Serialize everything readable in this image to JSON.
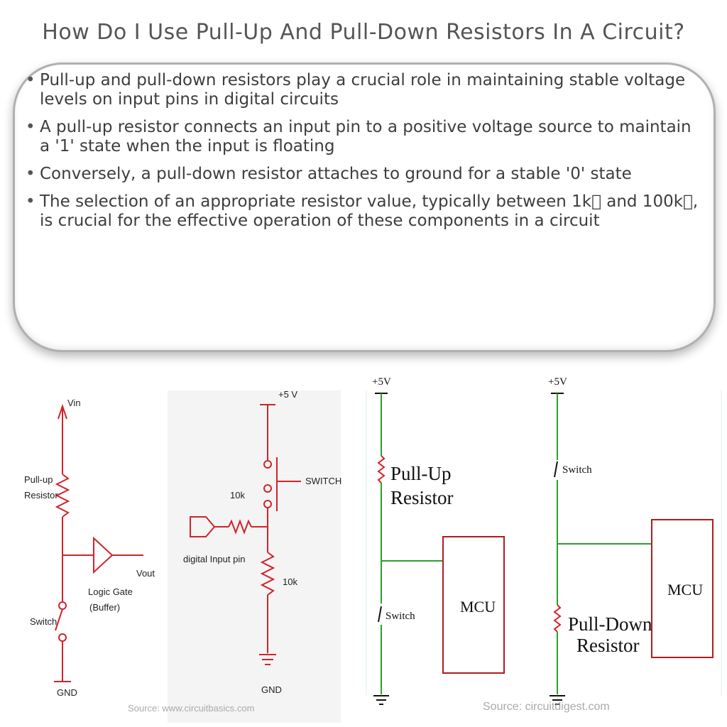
{
  "title": "How Do I Use Pull-Up And Pull-Down Resistors In A Circuit?",
  "bullets": [
    "Pull-up and pull-down resistors play a crucial role in maintaining stable voltage levels on input pins in digital circuits",
    "A pull-up resistor connects an input pin to a positive voltage source to maintain a '1' state when the input is floating",
    "Conversely, a pull-down resistor attaches to ground for a stable '0' state",
    "The selection of an appropriate resistor value, typically between 1k\u0000 and 100k\u0000, is crucial for the effective operation of these components in a circuit"
  ],
  "diagram1": {
    "vin": "Vin",
    "pullup_line1": "Pull-up",
    "pullup_line2": "Resistor",
    "vout": "Vout",
    "gate_line1": "Logic Gate",
    "gate_line2": "(Buffer)",
    "switch": "Switch",
    "gnd": "GND",
    "source": "Source: www.circuitbasics.com"
  },
  "diagram2": {
    "supply": "+5 V",
    "switch": "SWITCH",
    "r_series": "10k",
    "input": "digital Input pin",
    "r_pulldown": "10k",
    "gnd": "GND"
  },
  "diagram3": {
    "supply": "+5V",
    "resistor_line1": "Pull-Up",
    "resistor_line2": "Resistor",
    "switch": "Switch",
    "mcu": "MCU"
  },
  "diagram4": {
    "supply": "+5V",
    "switch": "Switch",
    "mcu": "MCU",
    "resistor_line1": "Pull-Down",
    "resistor_line2": "Resistor",
    "source": "Source: circuitdigest.com"
  },
  "colors": {
    "circuit_red": "#d2232a",
    "wire_green": "#2e9e2e",
    "mcu_red": "#b01c1c"
  }
}
